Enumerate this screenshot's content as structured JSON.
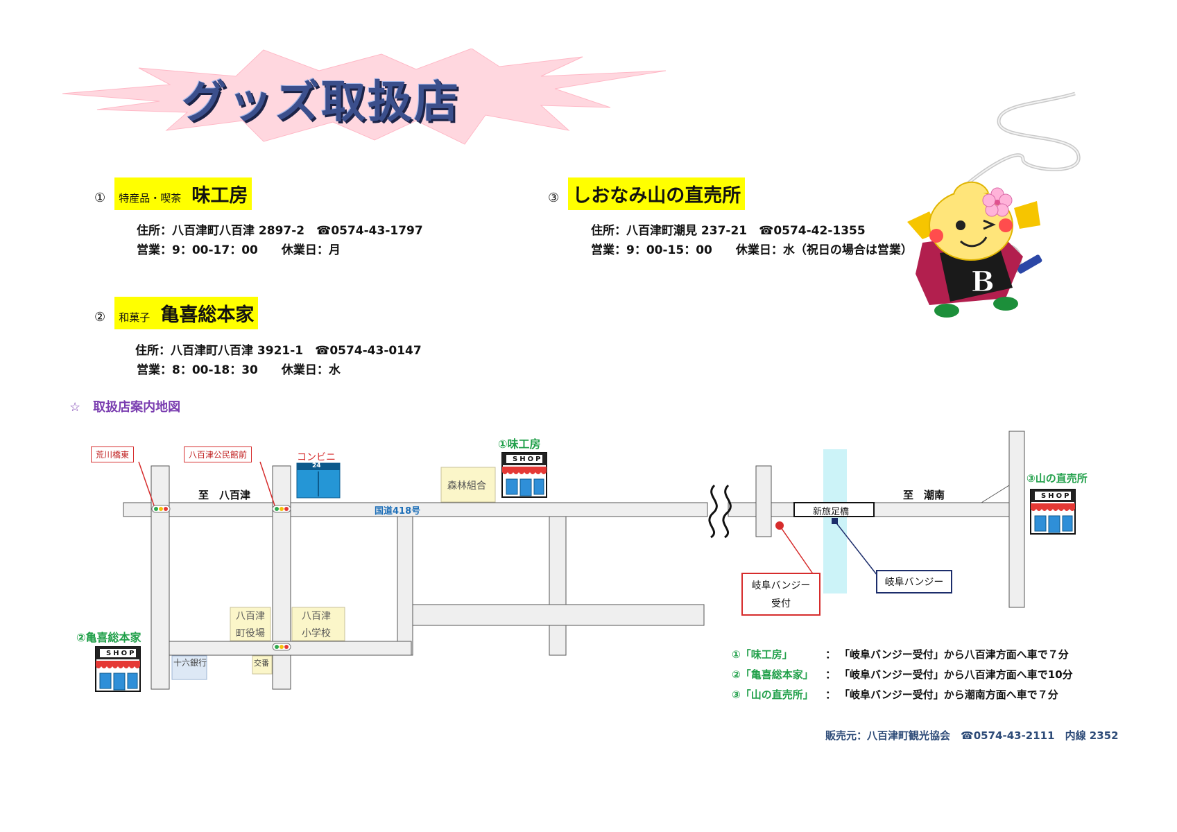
{
  "title": "グッズ取扱店",
  "shops": [
    {
      "num": "①",
      "category": "特産品・喫茶",
      "name": "味工房",
      "address": "住所：八百津町八百津 2897-2",
      "phone_icon": "☎",
      "phone": "0574-43-1797",
      "hours": "営業：9：00-17：00",
      "closed": "休業日：月"
    },
    {
      "num": "②",
      "category": "和菓子",
      "name": "亀喜総本家",
      "address": "住所：八百津町八百津 3921-1",
      "phone_icon": "☎",
      "phone": "0574-43-0147",
      "hours": "営業：8：00-18：30",
      "closed": "休業日：水"
    },
    {
      "num": "③",
      "category": "",
      "name": "しおなみ山の直売所",
      "address": "住所：八百津町潮見 237-21",
      "phone_icon": "☎",
      "phone": "0574-42-1355",
      "hours": "営業：9：00-15：00",
      "closed": "休業日：水（祝日の場合は営業）"
    }
  ],
  "map_heading": "☆　取扱店案内地図",
  "map": {
    "signals": [
      "荒川橋東",
      "八百津公民館前"
    ],
    "convenience": "コンビニ",
    "conv_sign": "24",
    "to_yaotsu": "至　八百津",
    "route": "国道418号",
    "forest": "森林組合",
    "town_hall": [
      "八百津",
      "町役場"
    ],
    "school": [
      "八百津",
      "小学校"
    ],
    "bank": "十六銀行",
    "police": "交番",
    "bridge": "新旅足橋",
    "to_shionan": "至　潮南",
    "bungee_reception": [
      "岐阜バンジー",
      "受付"
    ],
    "bungee": "岐阜バンジー",
    "shop_labels": [
      "①味工房",
      "②亀喜総本家",
      "③山の直売所"
    ],
    "shop_sign": "SHOP"
  },
  "legend": [
    {
      "key": "①「味工房」",
      "sep": "：",
      "text": "「岐阜バンジー受付」から八百津方面へ車で７分"
    },
    {
      "key": "②「亀喜総本家」",
      "sep": "：",
      "text": "「岐阜バンジー受付」から八百津方面へ車で10分"
    },
    {
      "key": "③「山の直売所」",
      "sep": "：",
      "text": "「岐阜バンジー受付」から潮南方面へ車で７分"
    }
  ],
  "footer": {
    "seller": "販売元：八百津町観光協会",
    "phone_icon": "☎",
    "phone": "0574-43-2111",
    "ext": "内線 2352"
  },
  "colors": {
    "highlight": "#ffff00",
    "road": "#efefef",
    "river": "#ccf3f8",
    "green": "#21a04a",
    "red": "#d62c2c",
    "navy": "#2d4b78"
  }
}
